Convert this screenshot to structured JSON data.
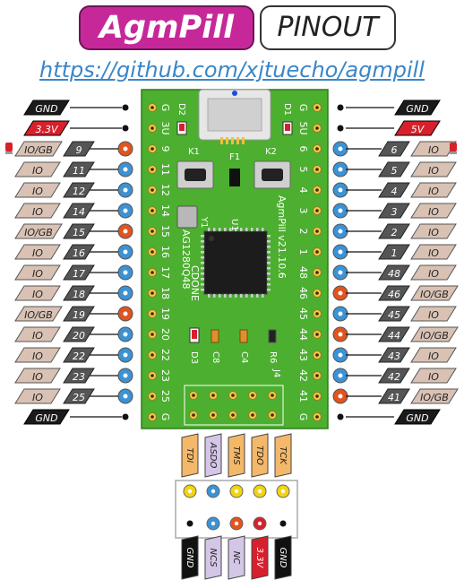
{
  "header": {
    "title": "AgmPill",
    "subtitle": "PINOUT",
    "url": "https://github.com/xjtuecho/agmpill"
  },
  "colors": {
    "ground": "#1a1a1a",
    "power33": "#d8202c",
    "power5": "#d8202c",
    "io": "#d9c2b4",
    "iogb": "#d9c2b4",
    "board": "#4caf2f",
    "pin_blue": "#3b92d4",
    "pin_orange": "#e2531e",
    "jtag_yellow": "#f0a840",
    "jtag_purple": "#d4c6e6"
  },
  "left_pins": [
    {
      "type": "GND",
      "label": "GND",
      "num": "",
      "dot": "black",
      "led": false
    },
    {
      "type": "3.3V",
      "label": "3.3V",
      "num": "",
      "dot": "black",
      "led": false
    },
    {
      "type": "IO/GB",
      "label": "IO/GB",
      "num": "9",
      "dot": "orange",
      "led": true
    },
    {
      "type": "IO",
      "label": "IO",
      "num": "11",
      "dot": "blue",
      "led": false
    },
    {
      "type": "IO",
      "label": "IO",
      "num": "12",
      "dot": "blue",
      "led": false
    },
    {
      "type": "IO",
      "label": "IO",
      "num": "14",
      "dot": "blue",
      "led": false
    },
    {
      "type": "IO/GB",
      "label": "IO/GB",
      "num": "15",
      "dot": "orange",
      "led": false
    },
    {
      "type": "IO",
      "label": "IO",
      "num": "16",
      "dot": "blue",
      "led": false
    },
    {
      "type": "IO",
      "label": "IO",
      "num": "17",
      "dot": "blue",
      "led": false
    },
    {
      "type": "IO",
      "label": "IO",
      "num": "18",
      "dot": "blue",
      "led": false
    },
    {
      "type": "IO/GB",
      "label": "IO/GB",
      "num": "19",
      "dot": "orange",
      "led": false
    },
    {
      "type": "IO",
      "label": "IO",
      "num": "20",
      "dot": "blue",
      "led": false
    },
    {
      "type": "IO",
      "label": "IO",
      "num": "22",
      "dot": "blue",
      "led": false
    },
    {
      "type": "IO",
      "label": "IO",
      "num": "23",
      "dot": "blue",
      "led": false
    },
    {
      "type": "IO",
      "label": "IO",
      "num": "25",
      "dot": "blue",
      "led": false
    },
    {
      "type": "GND",
      "label": "GND",
      "num": "",
      "dot": "black",
      "led": false
    }
  ],
  "right_pins": [
    {
      "type": "GND",
      "label": "GND",
      "num": "",
      "dot": "black",
      "led": false
    },
    {
      "type": "5V",
      "label": "5V",
      "num": "",
      "dot": "black",
      "led": false
    },
    {
      "type": "IO",
      "label": "IO",
      "num": "6",
      "dot": "blue",
      "led": true
    },
    {
      "type": "IO",
      "label": "IO",
      "num": "5",
      "dot": "blue",
      "led": false
    },
    {
      "type": "IO",
      "label": "IO",
      "num": "4",
      "dot": "blue",
      "led": false
    },
    {
      "type": "IO",
      "label": "IO",
      "num": "3",
      "dot": "blue",
      "led": false
    },
    {
      "type": "IO",
      "label": "IO",
      "num": "2",
      "dot": "blue",
      "led": false
    },
    {
      "type": "IO",
      "label": "IO",
      "num": "1",
      "dot": "blue",
      "led": false
    },
    {
      "type": "IO",
      "label": "IO",
      "num": "48",
      "dot": "blue",
      "led": false
    },
    {
      "type": "IO/GB",
      "label": "IO/GB",
      "num": "46",
      "dot": "orange",
      "led": false
    },
    {
      "type": "IO",
      "label": "IO",
      "num": "45",
      "dot": "blue",
      "led": false
    },
    {
      "type": "IO/GB",
      "label": "IO/GB",
      "num": "44",
      "dot": "orange",
      "led": false
    },
    {
      "type": "IO",
      "label": "IO",
      "num": "43",
      "dot": "blue",
      "led": false
    },
    {
      "type": "IO",
      "label": "IO",
      "num": "42",
      "dot": "blue",
      "led": false
    },
    {
      "type": "IO/GB",
      "label": "IO/GB",
      "num": "41",
      "dot": "orange",
      "led": false
    },
    {
      "type": "GND",
      "label": "GND",
      "num": "",
      "dot": "black",
      "led": false
    }
  ],
  "board": {
    "left_silk": [
      "G",
      "3U",
      "9",
      "11",
      "12",
      "14",
      "15",
      "16",
      "17",
      "18",
      "19",
      "20",
      "22",
      "23",
      "25",
      "G"
    ],
    "right_silk": [
      "G",
      "5U",
      "6",
      "5",
      "4",
      "3",
      "2",
      "1",
      "48",
      "46",
      "45",
      "44",
      "43",
      "42",
      "41",
      "G"
    ],
    "d2": "D2",
    "d1": "D1",
    "k1": "K1",
    "k2": "K2",
    "f1": "F1",
    "y1": "Y1",
    "u1": "U1",
    "chip": "AG1280Q48",
    "cdone": "CDONE",
    "d3": "D3",
    "c8": "C8",
    "c4": "C4",
    "r6": "R6",
    "j4": "J4",
    "version": "AgmPill v21.10.6"
  },
  "jtag": {
    "top": [
      {
        "label": "TDI",
        "style": "yellow",
        "dot": "yellow"
      },
      {
        "label": "ASDO",
        "style": "purple",
        "dot": "blue"
      },
      {
        "label": "TMS",
        "style": "yellow",
        "dot": "yellow"
      },
      {
        "label": "TDO",
        "style": "yellow",
        "dot": "yellow"
      },
      {
        "label": "TCK",
        "style": "yellow",
        "dot": "yellow"
      }
    ],
    "bottom": [
      {
        "label": "GND",
        "style": "black",
        "dot": "black"
      },
      {
        "label": "NCS",
        "style": "purple",
        "dot": "blue"
      },
      {
        "label": "NC",
        "style": "purple",
        "dot": "orange"
      },
      {
        "label": "3.3V",
        "style": "red",
        "dot": "red"
      },
      {
        "label": "GND",
        "style": "black",
        "dot": "black"
      }
    ]
  }
}
